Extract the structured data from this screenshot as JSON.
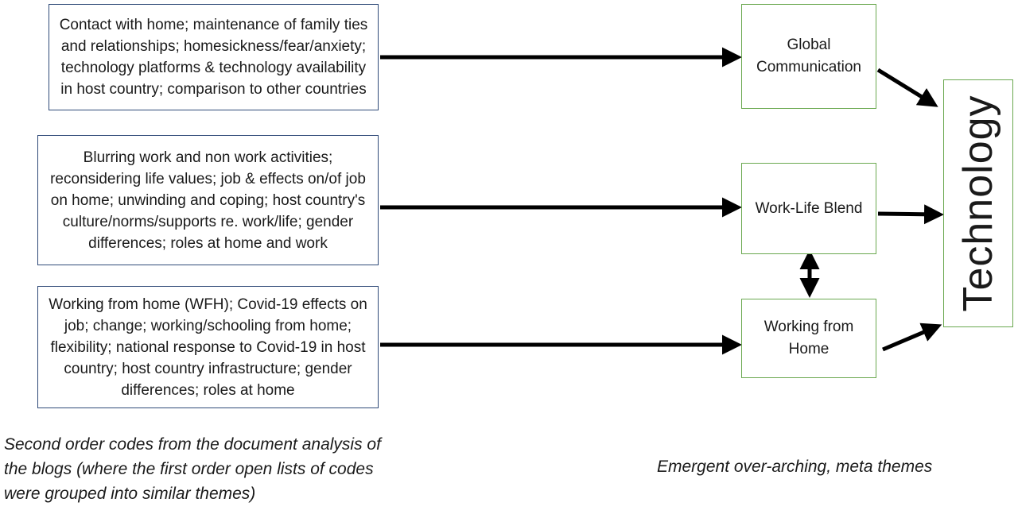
{
  "codes": [
    "Contact with home; maintenance of family ties and relationships; homesickness/fear/anxiety;  technology platforms & technology availability in host country; comparison to other countries",
    "Blurring work and non work activities; reconsidering  life values; job & effects on/of job on home; unwinding and coping; host country's culture/norms/supports  re. work/life; gender differences;  roles at home and work",
    "Working from home (WFH); Covid-19 effects  on job; change; working/schooling from home; flexibility; national response to Covid-19 in host country; host country infrastructure; gender differences;  roles at home"
  ],
  "themes": [
    "Global Communication",
    "Work-Life Blend",
    "Working from Home"
  ],
  "meta_theme": "Technology",
  "captions": {
    "left": "Second order codes from the document analysis of the blogs (where the first order open lists of codes were grouped into similar themes)",
    "right": "Emergent over-arching, meta themes"
  },
  "colors": {
    "code_border": "#2f4a78",
    "theme_border": "#6aa84f",
    "arrow": "#000000"
  }
}
